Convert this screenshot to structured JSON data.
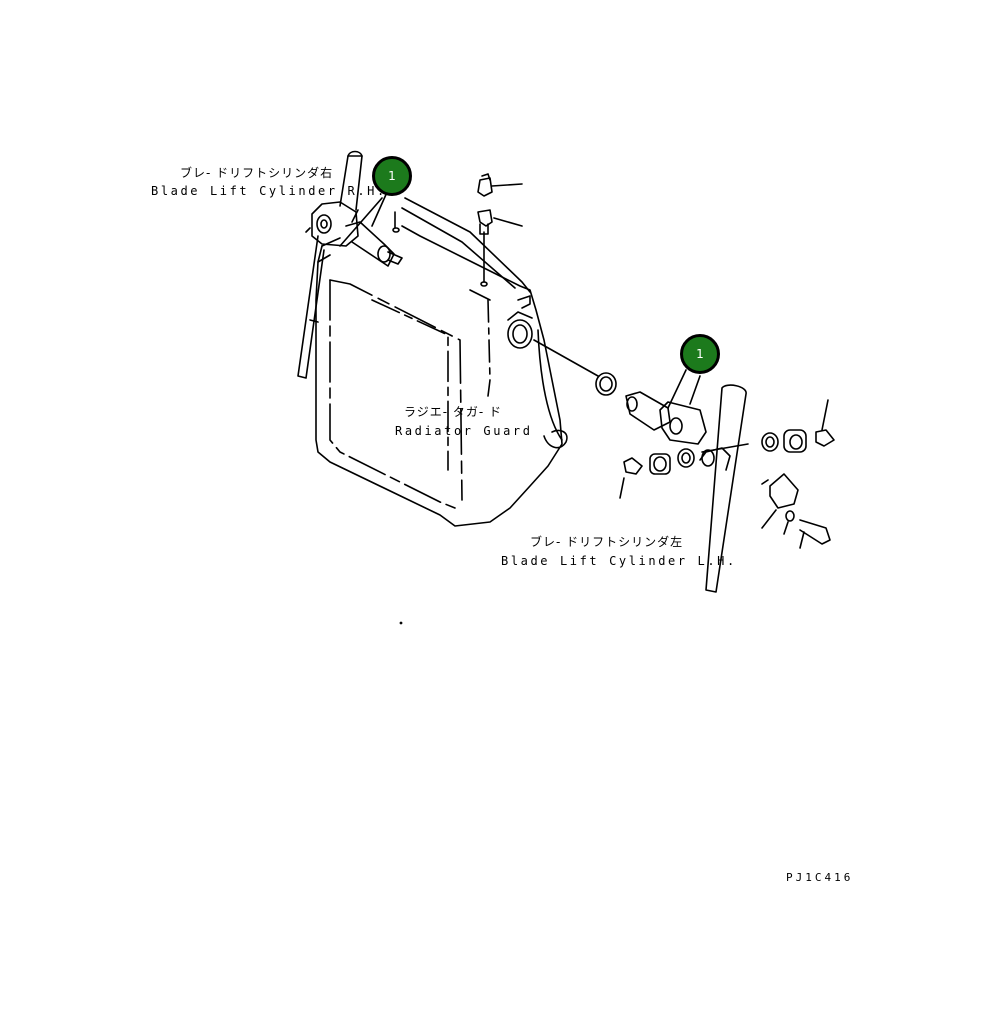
{
  "labels": {
    "rh_jp": "ブレ- ドリフトシリンダ右",
    "rh_en": "Blade Lift Cylinder R.H.",
    "guard_jp": "ラジエ- タガ- ド",
    "guard_en": "Radiator Guard",
    "lh_jp": "ブレ- ドリフトシリンダ左",
    "lh_en": "Blade Lift Cylinder L.H."
  },
  "callouts": [
    {
      "number": "1"
    },
    {
      "number": "1"
    }
  ],
  "drawing_code": "PJ1C416",
  "colors": {
    "callout_fill": "#1c7a1c",
    "line": "#000000",
    "background": "#ffffff"
  }
}
